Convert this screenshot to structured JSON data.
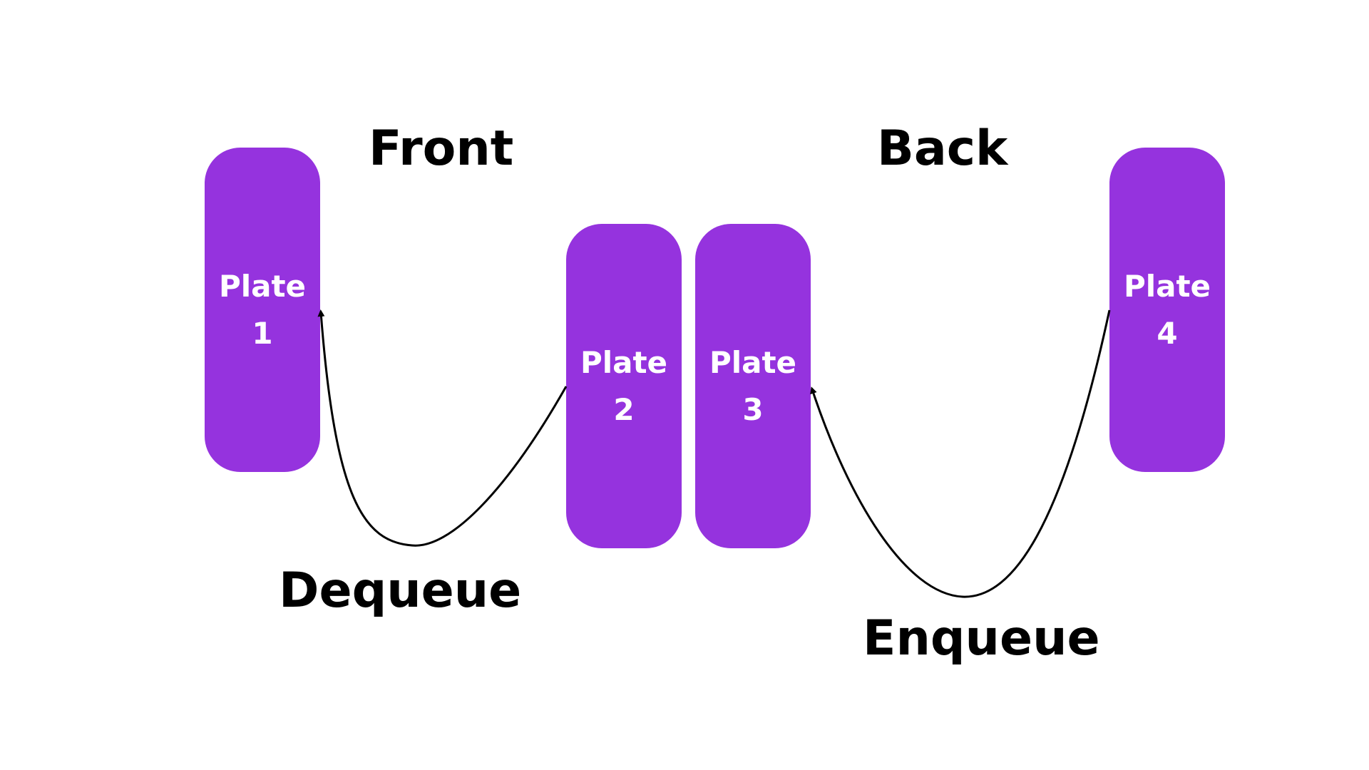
{
  "colors": {
    "plate_fill": "#9533DE",
    "plate_text": "#FFFFFF",
    "label_text": "#000000",
    "arrow": "#000000",
    "background": "#FFFFFF"
  },
  "labels": {
    "front": "Front",
    "back": "Back",
    "dequeue": "Dequeue",
    "enqueue": "Enqueue"
  },
  "plates": [
    {
      "line1": "Plate",
      "line2": "1"
    },
    {
      "line1": "Plate",
      "line2": "2"
    },
    {
      "line1": "Plate",
      "line2": "3"
    },
    {
      "line1": "Plate",
      "line2": "4"
    }
  ]
}
